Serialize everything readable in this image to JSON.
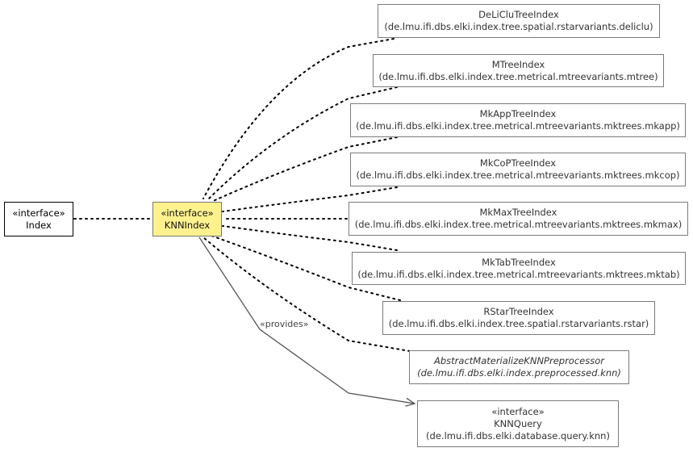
{
  "diagram": {
    "nodes": {
      "index": {
        "stereotype": "«interface»",
        "name": "Index"
      },
      "knnindex": {
        "stereotype": "«interface»",
        "name": "KNNIndex"
      },
      "deliclu": {
        "name": "DeLiCluTreeIndex",
        "package": "(de.lmu.ifi.dbs.elki.index.tree.spatial.rstarvariants.deliclu)"
      },
      "mtree": {
        "name": "MTreeIndex",
        "package": "(de.lmu.ifi.dbs.elki.index.tree.metrical.mtreevariants.mtree)"
      },
      "mkapp": {
        "name": "MkAppTreeIndex",
        "package": "(de.lmu.ifi.dbs.elki.index.tree.metrical.mtreevariants.mktrees.mkapp)"
      },
      "mkcop": {
        "name": "MkCoPTreeIndex",
        "package": "(de.lmu.ifi.dbs.elki.index.tree.metrical.mtreevariants.mktrees.mkcop)"
      },
      "mkmax": {
        "name": "MkMaxTreeIndex",
        "package": "(de.lmu.ifi.dbs.elki.index.tree.metrical.mtreevariants.mktrees.mkmax)"
      },
      "mktab": {
        "name": "MkTabTreeIndex",
        "package": "(de.lmu.ifi.dbs.elki.index.tree.metrical.mtreevariants.mktrees.mktab)"
      },
      "rstar": {
        "name": "RStarTreeIndex",
        "package": "(de.lmu.ifi.dbs.elki.index.tree.spatial.rstarvariants.rstar)"
      },
      "preproc": {
        "name": "AbstractMaterializeKNNPreprocessor",
        "package": "(de.lmu.ifi.dbs.elki.index.preprocessed.knn)"
      },
      "knnquery": {
        "stereotype": "«interface»",
        "name": "KNNQuery",
        "package": "(de.lmu.ifi.dbs.elki.database.query.knn)"
      }
    },
    "edge_labels": {
      "provides": "«provides»"
    },
    "colors": {
      "focus_fill": "#fff28e",
      "border": "#7b7b7b",
      "edge": "#000000",
      "provides_edge": "#555555"
    }
  }
}
